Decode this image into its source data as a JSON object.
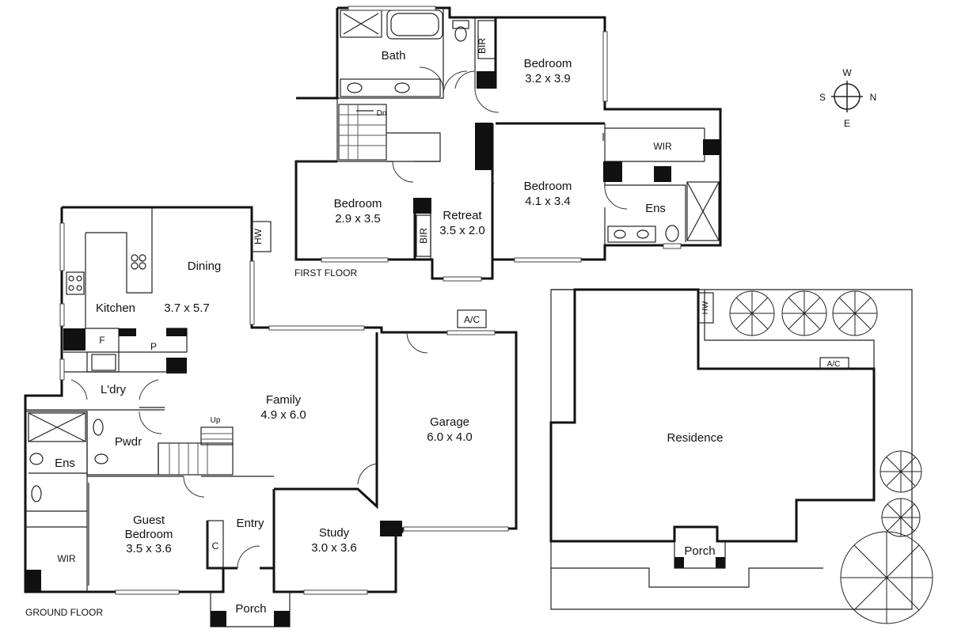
{
  "floors": {
    "first_floor_caption": "FIRST FLOOR",
    "ground_floor_caption": "GROUND FLOOR"
  },
  "first_floor": {
    "bath": "Bath",
    "bir_top": "BIR",
    "bedroom_ne_name": "Bedroom",
    "bedroom_ne_size": "3.2 x 3.9",
    "dn": "Dn",
    "wir": "WIR",
    "bedroom_se_name": "Bedroom",
    "bedroom_se_size": "4.1 x 3.4",
    "ens": "Ens",
    "bedroom_w_name": "Bedroom",
    "bedroom_w_size": "2.9 x 3.5",
    "bir_retreat": "BIR",
    "retreat_name": "Retreat",
    "retreat_size": "3.5 x 2.0"
  },
  "ground_floor": {
    "hw": "HW",
    "dining": "Dining",
    "kitchen": "Kitchen",
    "kitchen_dining_size": "3.7 x 5.7",
    "fridge": "F",
    "pantry": "P",
    "laundry": "L'dry",
    "family_name": "Family",
    "family_size": "4.9 x 6.0",
    "up": "Up",
    "powder": "Pwdr",
    "ens": "Ens",
    "garage_name": "Garage",
    "garage_size": "6.0 x 4.0",
    "ac": "A/C",
    "guest_name": "Guest",
    "guest_bedroom": "Bedroom",
    "guest_size": "3.5 x 3.6",
    "entry": "Entry",
    "cupboard": "C",
    "study_name": "Study",
    "study_size": "3.0 x 3.6",
    "wir": "WIR",
    "porch": "Porch"
  },
  "site_plan": {
    "residence": "Residence",
    "porch": "Porch",
    "hw": "HW",
    "ac": "A/C"
  },
  "compass": {
    "north": "N",
    "south": "S",
    "east": "E",
    "west": "W"
  }
}
